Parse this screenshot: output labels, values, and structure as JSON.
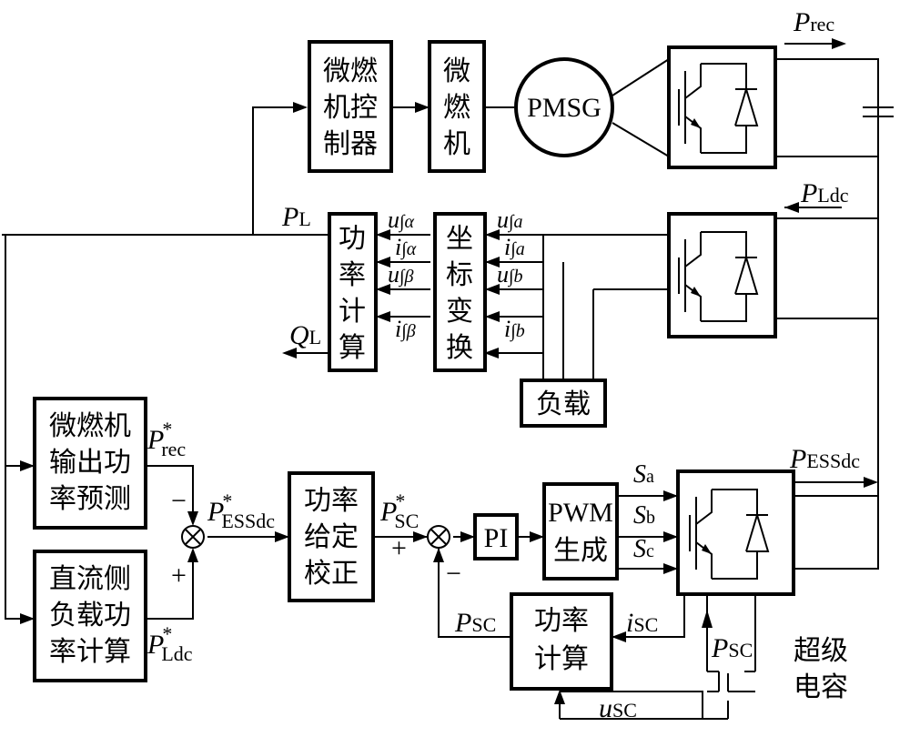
{
  "blocks": {
    "mt_ctrl": [
      "微燃",
      "机控",
      "制器"
    ],
    "mt": [
      "微",
      "燃",
      "机"
    ],
    "pmsg": "PMSG",
    "power_calc_top": [
      "功",
      "率",
      "计",
      "算"
    ],
    "coord": [
      "坐",
      "标",
      "变",
      "换"
    ],
    "load": "负载",
    "mt_pred": [
      "微燃机",
      "输出功",
      "率预测"
    ],
    "dc_load": [
      "直流侧",
      "负载功",
      "率计算"
    ],
    "cal": [
      "功率",
      "给定",
      "校正"
    ],
    "pi": "PI",
    "pwm": [
      "PWM",
      "生成"
    ],
    "power_calc_bot": [
      "功率",
      "计算"
    ],
    "supercap": [
      "超级",
      "电容"
    ]
  },
  "signals": {
    "P": "P",
    "Q": "Q",
    "u": "u",
    "i": "i",
    "S": "S",
    "star": "*",
    "minus": "−",
    "plus": "+",
    "sub_rec": "rec",
    "sub_L": "L",
    "sub_Ldc": "Ldc",
    "sub_ESSdc": "ESSdc",
    "sub_SC": "SC",
    "sub_fa": "∫α",
    "sub_fb": "∫β",
    "sub_fa2": "∫a",
    "sub_fb2": "∫b",
    "sub_a": "a",
    "sub_b": "b",
    "sub_c": "c"
  }
}
